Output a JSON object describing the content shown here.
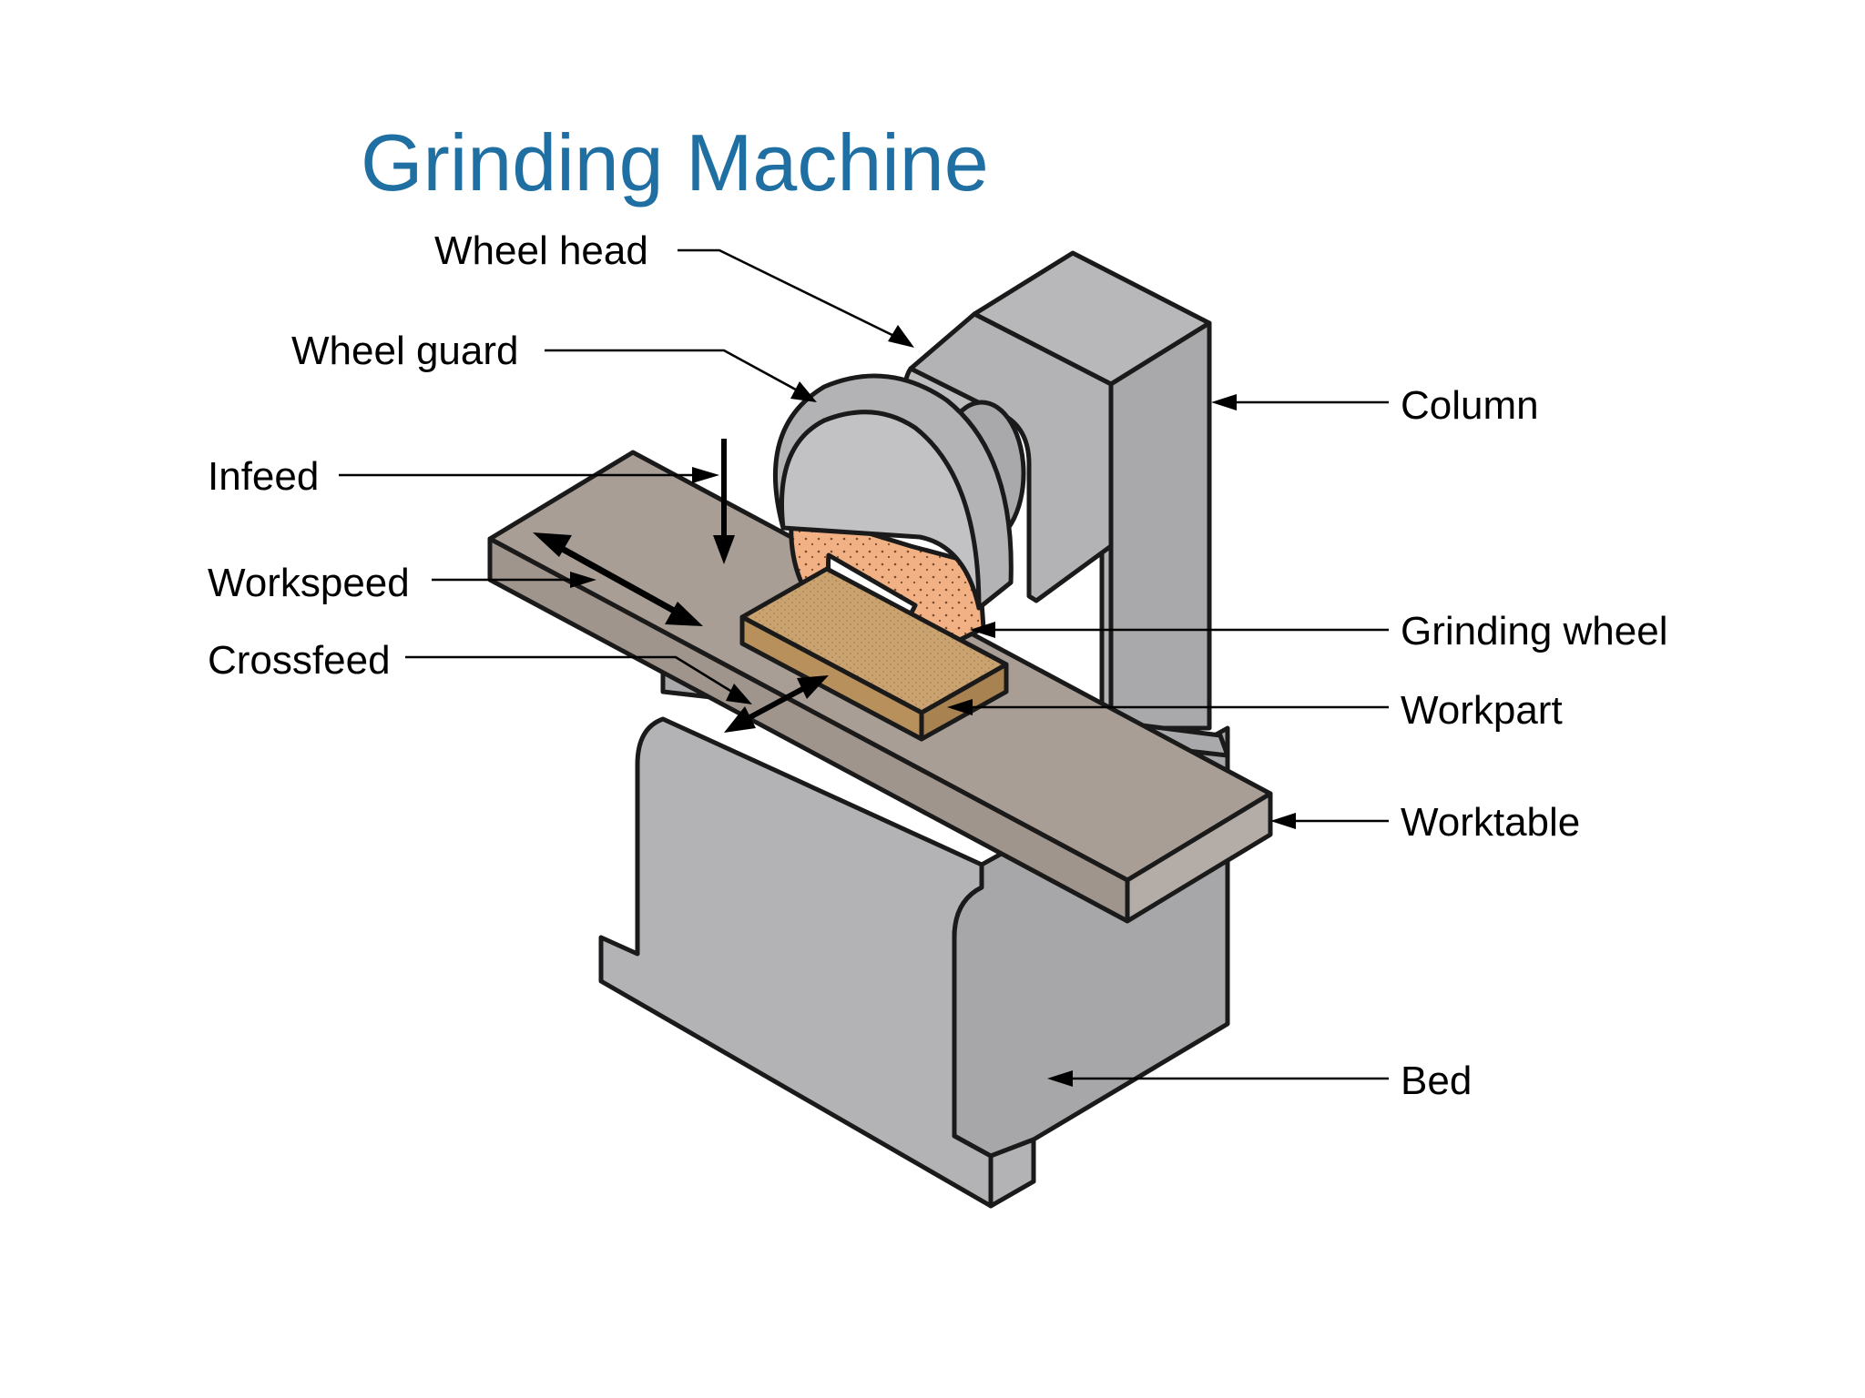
{
  "title": "Grinding Machine",
  "labels": {
    "wheel_head": "Wheel head",
    "wheel_guard": "Wheel guard",
    "infeed": "Infeed",
    "workspeed": "Workspeed",
    "crossfeed": "Crossfeed",
    "column": "Column",
    "grinding_wheel": "Grinding wheel",
    "workpart": "Workpart",
    "worktable": "Worktable",
    "bed": "Bed"
  },
  "colors": {
    "title": "#1f6fa3",
    "machine_gray": "#b3b3b5",
    "machine_gray_dark": "#9c9ca0",
    "table_top": "#a89e96",
    "workpart": "#c9a26f",
    "grinding_wheel": "#f2b184"
  }
}
